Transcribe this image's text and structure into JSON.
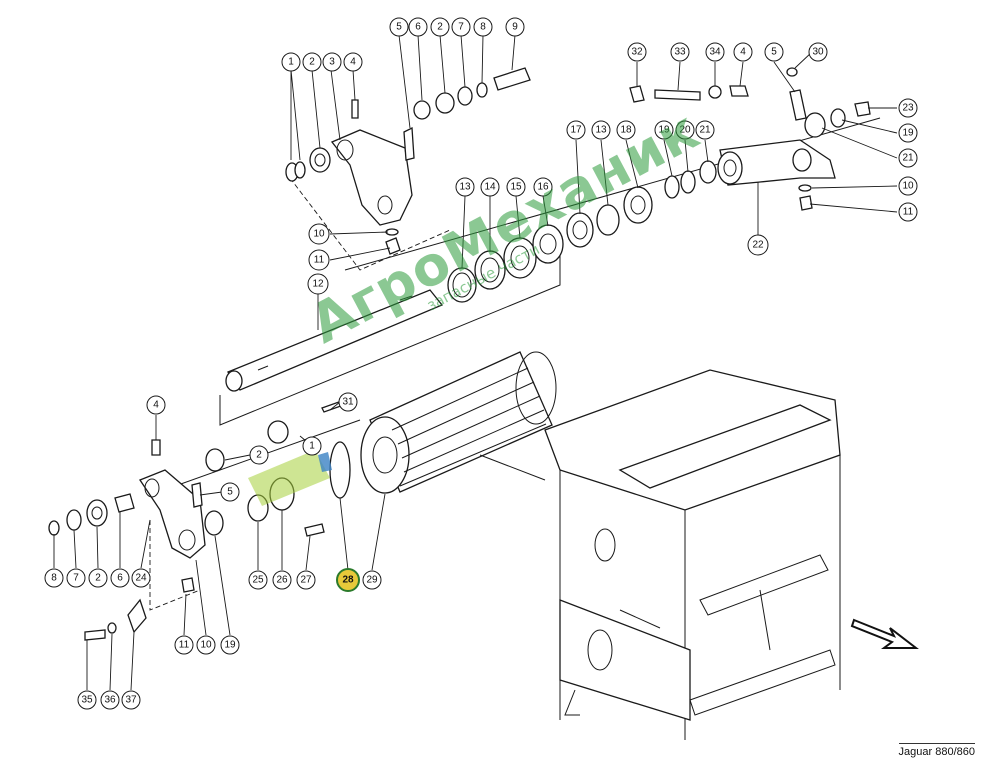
{
  "diagram": {
    "model_label": "Jaguar 880/860",
    "watermark": {
      "main": "АгроМеханик",
      "sub": "запасные части"
    },
    "highlight_color": "#e7c93a",
    "watermark_color": "#2d9c3c",
    "callouts_top_left": [
      "1",
      "2",
      "3",
      "4",
      "5",
      "6",
      "2",
      "7",
      "8",
      "9",
      "10",
      "11"
    ],
    "callouts_top_right": [
      "32",
      "33",
      "34",
      "4",
      "5",
      "30",
      "23",
      "19",
      "21",
      "10",
      "11",
      "22"
    ],
    "callouts_middle": [
      "13",
      "14",
      "15",
      "16",
      "17",
      "13",
      "18",
      "19",
      "20",
      "21",
      "12",
      "31",
      "1",
      "2",
      "5"
    ],
    "callouts_bottom": [
      "4",
      "8",
      "7",
      "2",
      "6",
      "24",
      "25",
      "26",
      "27",
      "28",
      "29",
      "11",
      "10",
      "19",
      "35",
      "36",
      "37"
    ],
    "highlighted_part": "28"
  }
}
